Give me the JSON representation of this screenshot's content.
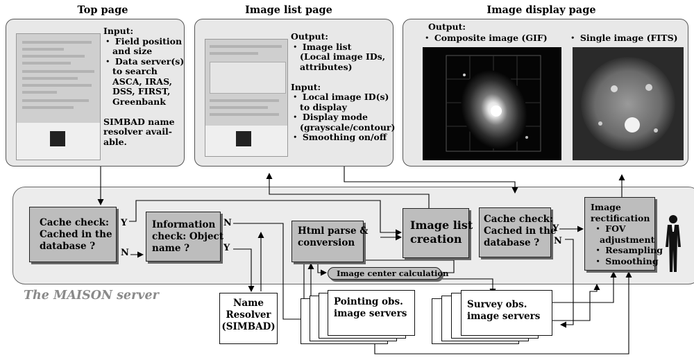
{
  "titles": {
    "top_page": "Top page",
    "image_list_page": "Image list page",
    "image_display_page": "Image display page"
  },
  "top_panel": {
    "text": "Input:\n・ Field position\n   and size\n・ Data server(s)\n   to search\n   ASCA, IRAS,\n   DSS, FIRST,\n   Greenbank\n\nSIMBAD name\nresolver avail-\nable."
  },
  "list_panel": {
    "text": "Output:\n・ Image list\n   (Local image IDs,\n   attributes)\n\nInput:\n・ Local image ID(s)\n   to display\n・ Display mode\n   (grayscale/contour)\n・ Smoothing on/off"
  },
  "display_panel": {
    "output_label": "Output:",
    "composite_label": "・ Composite image (GIF)",
    "single_label": "・ Single image (FITS)"
  },
  "server": {
    "name": "The MAISON server",
    "cache_check_1": "Cache check:\nCached in the\ndatabase ?",
    "information_check": "Information\ncheck: Object\nname ?",
    "html_parse": "Html parse &\nconversion",
    "image_list_creation": "Image list\ncreation",
    "cache_check_2": "Cache check:\nCached in the\ndatabase ?",
    "image_rectification": "Image\nrectification\n ・ FOV\n   adjustment\n ・ Resampling\n ・ Smoothing",
    "image_center": "Image center calculation"
  },
  "external": {
    "name_resolver": "Name\nResolver\n(SIMBAD)",
    "pointing_servers": "Pointing obs.\nimage servers",
    "survey_servers": "Survey obs.\nimage servers"
  },
  "labels": {
    "y": "Y",
    "n": "N"
  }
}
